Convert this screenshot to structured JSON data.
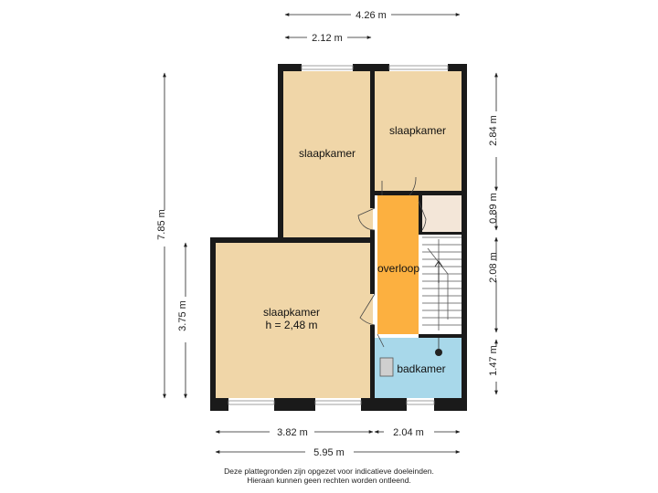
{
  "dimensions": {
    "top_total": "4.26 m",
    "top_left": "2.12 m",
    "left_total": "7.85 m",
    "left_lower": "3.75 m",
    "right_1": "2.84 m",
    "right_2": "0.89 m",
    "right_3": "2.08 m",
    "right_4": "1.47 m",
    "bottom_left": "3.82 m",
    "bottom_right": "2.04 m",
    "bottom_total": "5.95 m"
  },
  "rooms": {
    "bedroom_top_left": "slaapkamer",
    "bedroom_top_right": "slaapkamer",
    "landing": "overloop",
    "bedroom_large": "slaapkamer",
    "bedroom_large_height": "h = 2,48 m",
    "bathroom": "badkamer"
  },
  "colors": {
    "bedroom": "#f0d6a8",
    "landing": "#fcb040",
    "bathroom": "#a8d8ea",
    "storage": "#f3e6d8",
    "wall": "#1a1a1a"
  },
  "disclaimer": {
    "line1": "Deze plattegronden zijn opgezet voor indicatieve doeleinden.",
    "line2": "Hieraan kunnen geen rechten worden ontleend."
  }
}
